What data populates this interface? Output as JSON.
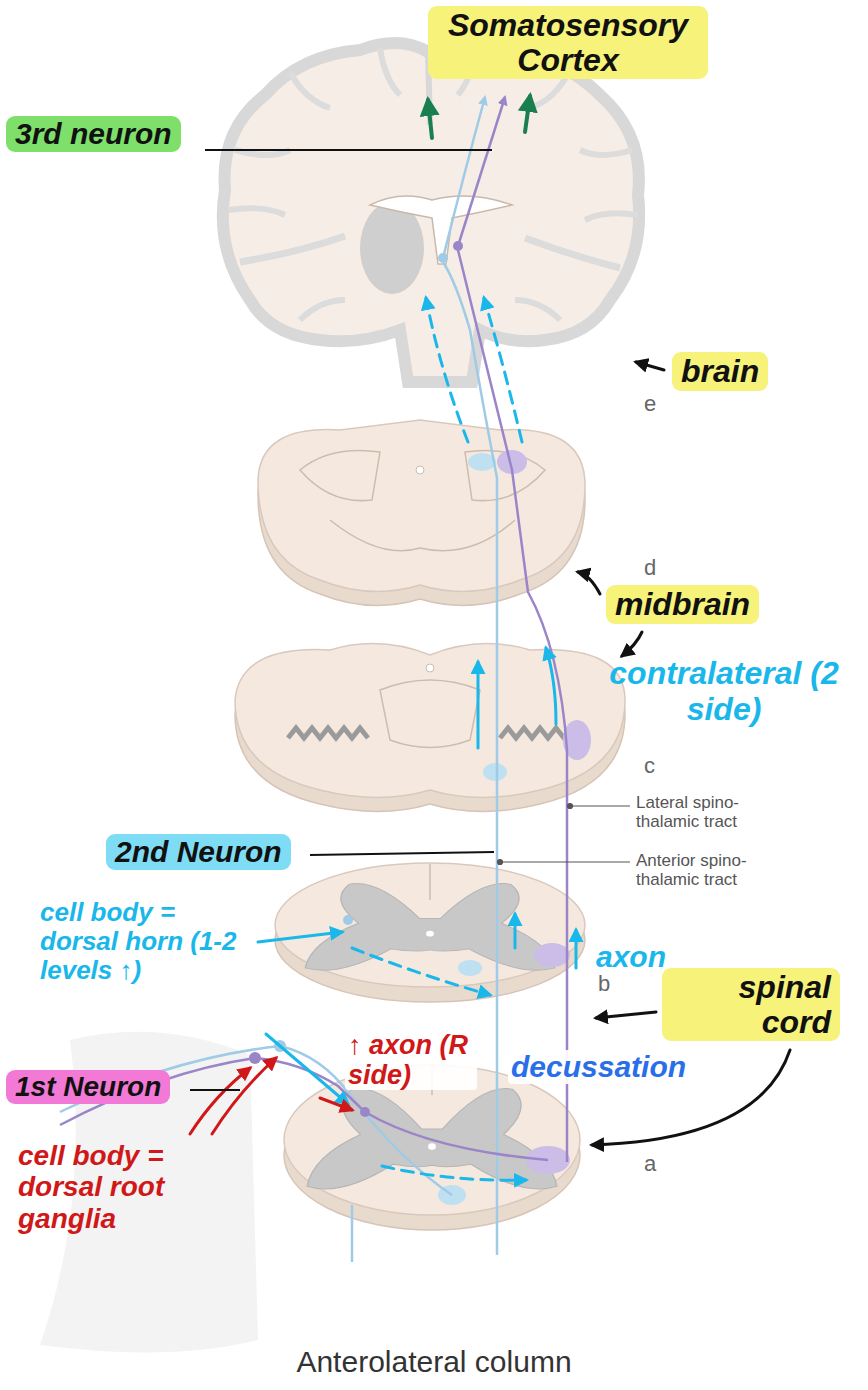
{
  "diagram": {
    "caption": "Anterolateral column",
    "nodes": [
      {
        "text": [
          "Somatosensory Cortex"
        ]
      },
      {
        "text": [
          "3rd neuron"
        ]
      },
      {
        "text": [
          "brain"
        ]
      },
      {
        "text": [
          "midbrain"
        ]
      },
      {
        "text": [
          "2nd Neuron"
        ]
      },
      {
        "text": [
          "spinal cord"
        ]
      },
      {
        "text": [
          "1st Neuron"
        ]
      }
    ],
    "labels": [
      "e",
      "d",
      "contralateral (2 side)",
      "c",
      "Lateral spino-thalamic tract",
      "Anterior spino-thalamic tract",
      "cell body = dorsal horn (1-2 levels ↑)",
      "axon",
      "b",
      "decussation",
      "↑ axon (R side)",
      "cell body = dorsal root ganglia",
      "a"
    ]
  }
}
